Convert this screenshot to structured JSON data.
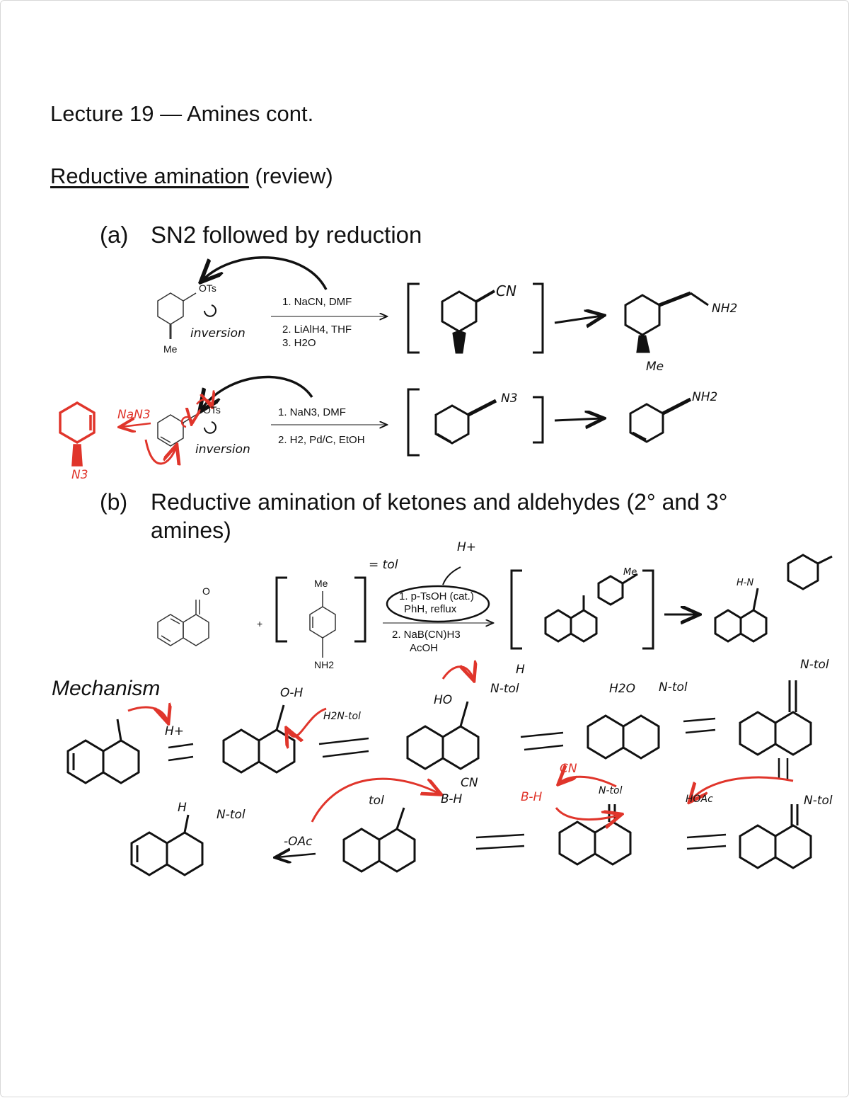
{
  "header": {
    "title": "Lecture 19 — Amines cont."
  },
  "section": {
    "heading": "Reductive amination",
    "heading_suffix": "(review)"
  },
  "part_a": {
    "label": "(a)",
    "title": "SN2 followed by reduction",
    "rxn1": {
      "leaving_group": "OTs",
      "substituent": "Me",
      "note": "inversion",
      "reagent1": "1. NaCN, DMF",
      "reagent2": "2. LiAlH4, THF",
      "reagent3": "3. H2O",
      "intermediate_group": "CN",
      "product_group": "NH2",
      "product_substituent": "Me"
    },
    "rxn2": {
      "leaving_group": "OTs",
      "note": "inversion",
      "reagent1": "1. NaN3, DMF",
      "reagent2": "2. H2, Pd/C, EtOH",
      "intermediate_group": "N3",
      "product_group": "NH2",
      "side_nucleophile": "NaN3",
      "side_product_group": "N3"
    }
  },
  "part_b": {
    "label": "(b)",
    "title_line1": "Reductive amination of ketones and aldehydes (2° and 3°",
    "title_line2": "amines)",
    "reactant_ketone_atom": "O",
    "plus": "+",
    "amine_top": "Me",
    "amine_bottom": "NH2",
    "tol_note": "= tol",
    "proton_note": "H+",
    "reagent1": "1. p-TsOH (cat.)",
    "reagent1b": "PhH, reflux",
    "reagent2": "2. NaB(CN)H3",
    "reagent2b": "AcOH",
    "intermediate_group": "Me",
    "product_label": "H-N"
  },
  "mechanism": {
    "label": "Mechanism",
    "proton": "H+",
    "oxonium": "O-H",
    "amine": "H2N-tol",
    "carbinolamine_ho": "HO",
    "carbinolamine_n": "N-tol",
    "h_labels": "H",
    "water": "H2O",
    "iminium": "N-tol",
    "imine": "N-tol",
    "acid": "HOAc",
    "borohydride": "B-H",
    "cn": "CN",
    "tol": "tol",
    "acetate": "-OAc",
    "product_n": "N-tol",
    "product_h": "H"
  },
  "colors": {
    "ink": "#111111",
    "annotation": "#e0352b"
  }
}
